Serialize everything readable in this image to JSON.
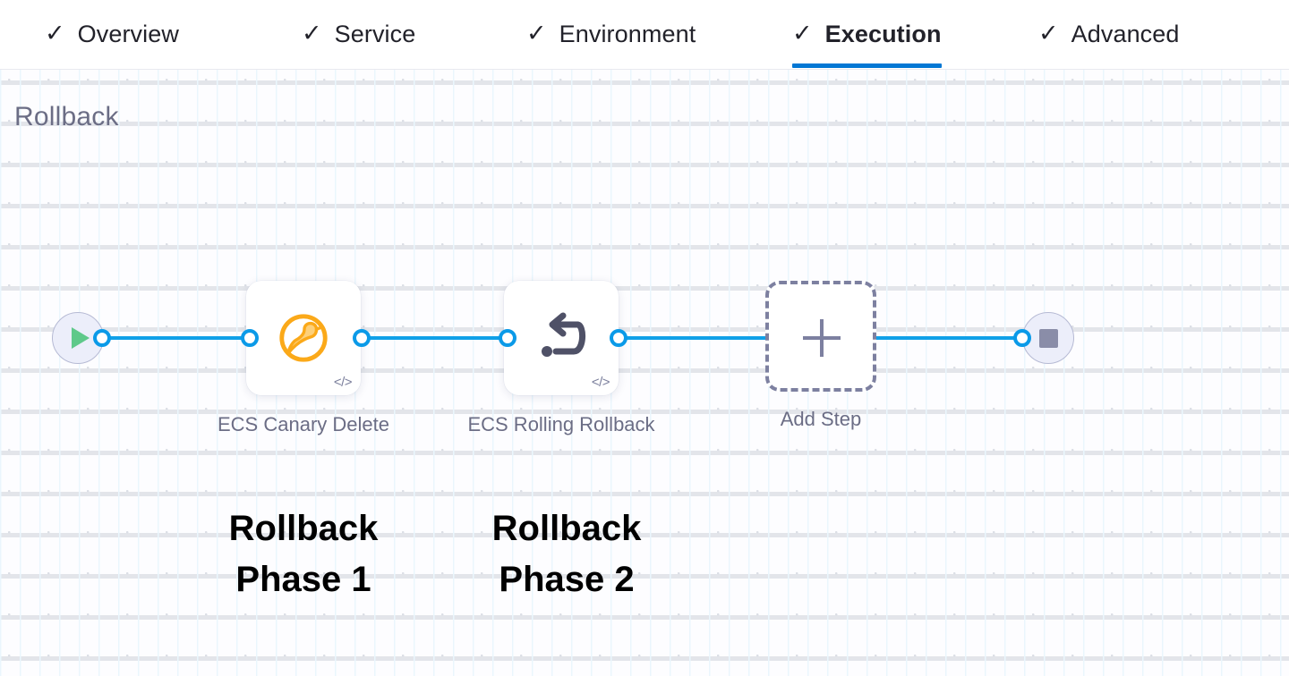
{
  "tabs": {
    "check_glyph": "✓",
    "items": [
      {
        "id": "overview",
        "label": "Overview",
        "active": false
      },
      {
        "id": "service",
        "label": "Service",
        "active": false
      },
      {
        "id": "environment",
        "label": "Environment",
        "active": false
      },
      {
        "id": "execution",
        "label": "Execution",
        "active": true
      },
      {
        "id": "advanced",
        "label": "Advanced",
        "active": false
      }
    ],
    "active_indicator_color": "#0277d4"
  },
  "canvas": {
    "section_title": "Rollback",
    "background_color": "#fdfdff",
    "grid_line_color": "#eaf6fd",
    "grid_dot_color": "#dcdfe6",
    "connector_color": "#10a0e8"
  },
  "pipeline": {
    "start_node": {
      "icon": "play-icon",
      "icon_color": "#5fc98a",
      "circle_color": "#eceefa"
    },
    "end_node": {
      "icon": "stop-icon",
      "icon_color": "#8a8da8",
      "circle_color": "#eceefa"
    },
    "steps": [
      {
        "id": "ecs-canary-delete",
        "label": "ECS Canary Delete",
        "icon": "harness-canary-icon",
        "icon_color": "#fba919",
        "badge": "code-icon",
        "badge_text": "</>",
        "annotation": "Rollback\nPhase 1"
      },
      {
        "id": "ecs-rolling-rollback",
        "label": "ECS Rolling Rollback",
        "icon": "rollback-arrow-icon",
        "icon_color": "#4f5167",
        "badge": "code-icon",
        "badge_text": "</>",
        "annotation": "Rollback\nPhase 2"
      }
    ],
    "add_step": {
      "label": "Add Step",
      "icon": "plus-icon",
      "border_color": "#7d80a0"
    }
  }
}
